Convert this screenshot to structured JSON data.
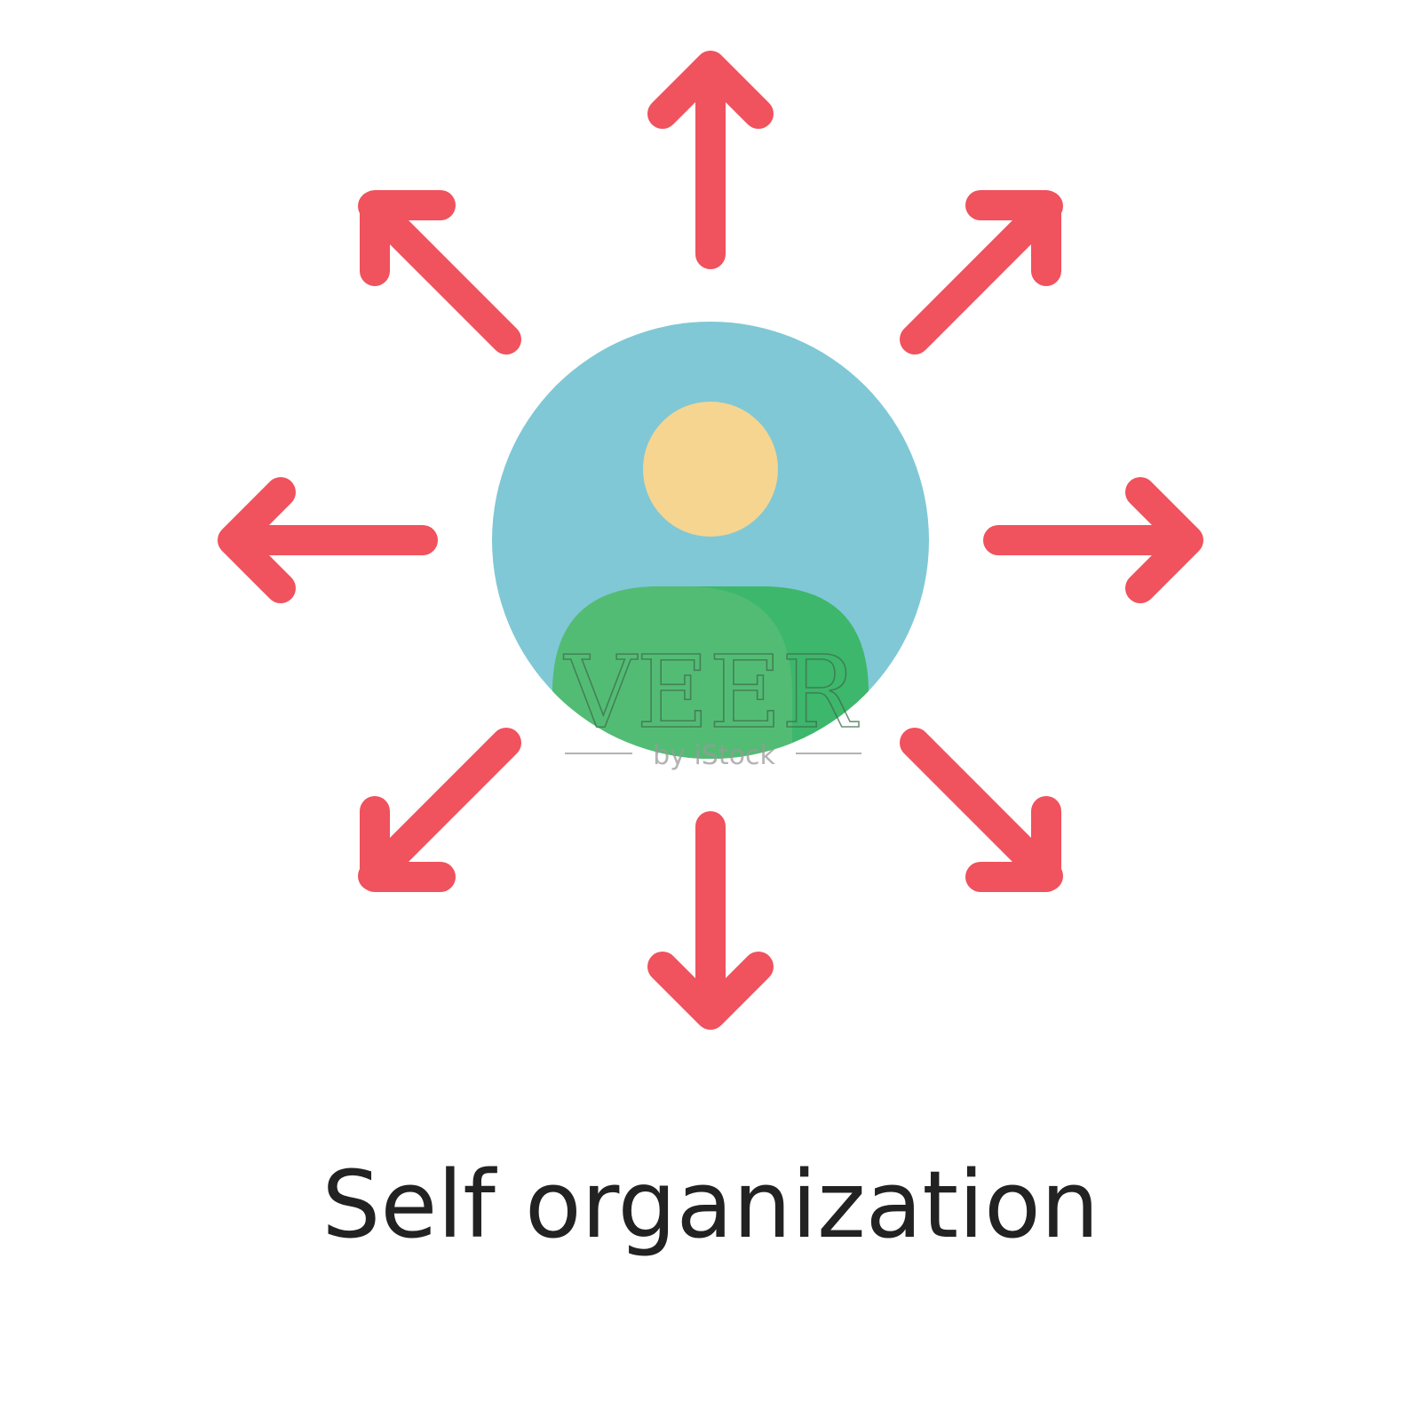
{
  "illustration": {
    "caption": "Self organization",
    "icon_names": {
      "center": "person-avatar-icon",
      "arrows": "radiating-arrow-icon"
    },
    "arrow_directions": [
      "up",
      "up-right",
      "right",
      "down-right",
      "down",
      "down-left",
      "left",
      "up-left"
    ]
  },
  "watermark": {
    "brand": "VEER",
    "tagline": "by iStock"
  },
  "colors": {
    "arrow": "#F0525E",
    "avatar_circle": "#80C8D5",
    "head": "#F6D591",
    "body": "#3DB76B",
    "body_highlight": "#55BC76",
    "caption_text": "#222222",
    "watermark_text": "#3E6E4E"
  }
}
